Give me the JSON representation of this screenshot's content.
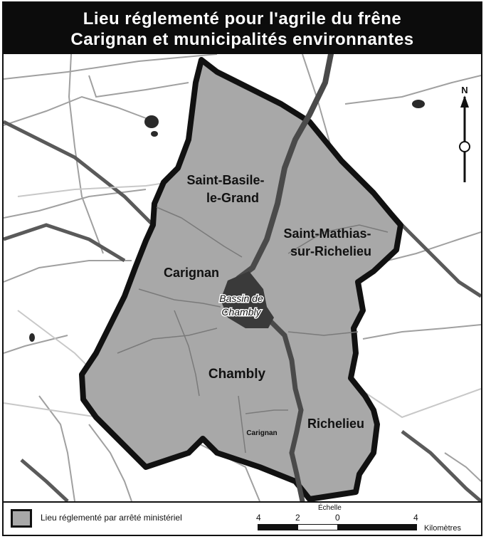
{
  "title": {
    "line1": "Lieu réglementé pour l'agrile du frêne",
    "line2": "Carignan et municipalités environnantes"
  },
  "map": {
    "regulated_area_color": "#a8a8a8",
    "river_color": "#4a4a4a",
    "labels": {
      "saint_basile_1": "Saint-Basile-",
      "saint_basile_2": "le-Grand",
      "saint_mathias_1": "Saint-Mathias-",
      "saint_mathias_2": "sur-Richelieu",
      "carignan": "Carignan",
      "bassin_1": "Bassin de",
      "bassin_2": "Chambly",
      "chambly": "Chambly",
      "carignan_small": "Carignan",
      "richelieu": "Richelieu",
      "north": "N"
    }
  },
  "legend": {
    "label": "Lieu réglementé par arrêté ministériel",
    "scale_title": "Échelle",
    "ticks": [
      "4",
      "2",
      "0",
      "4"
    ],
    "unit": "Kilomètres"
  }
}
